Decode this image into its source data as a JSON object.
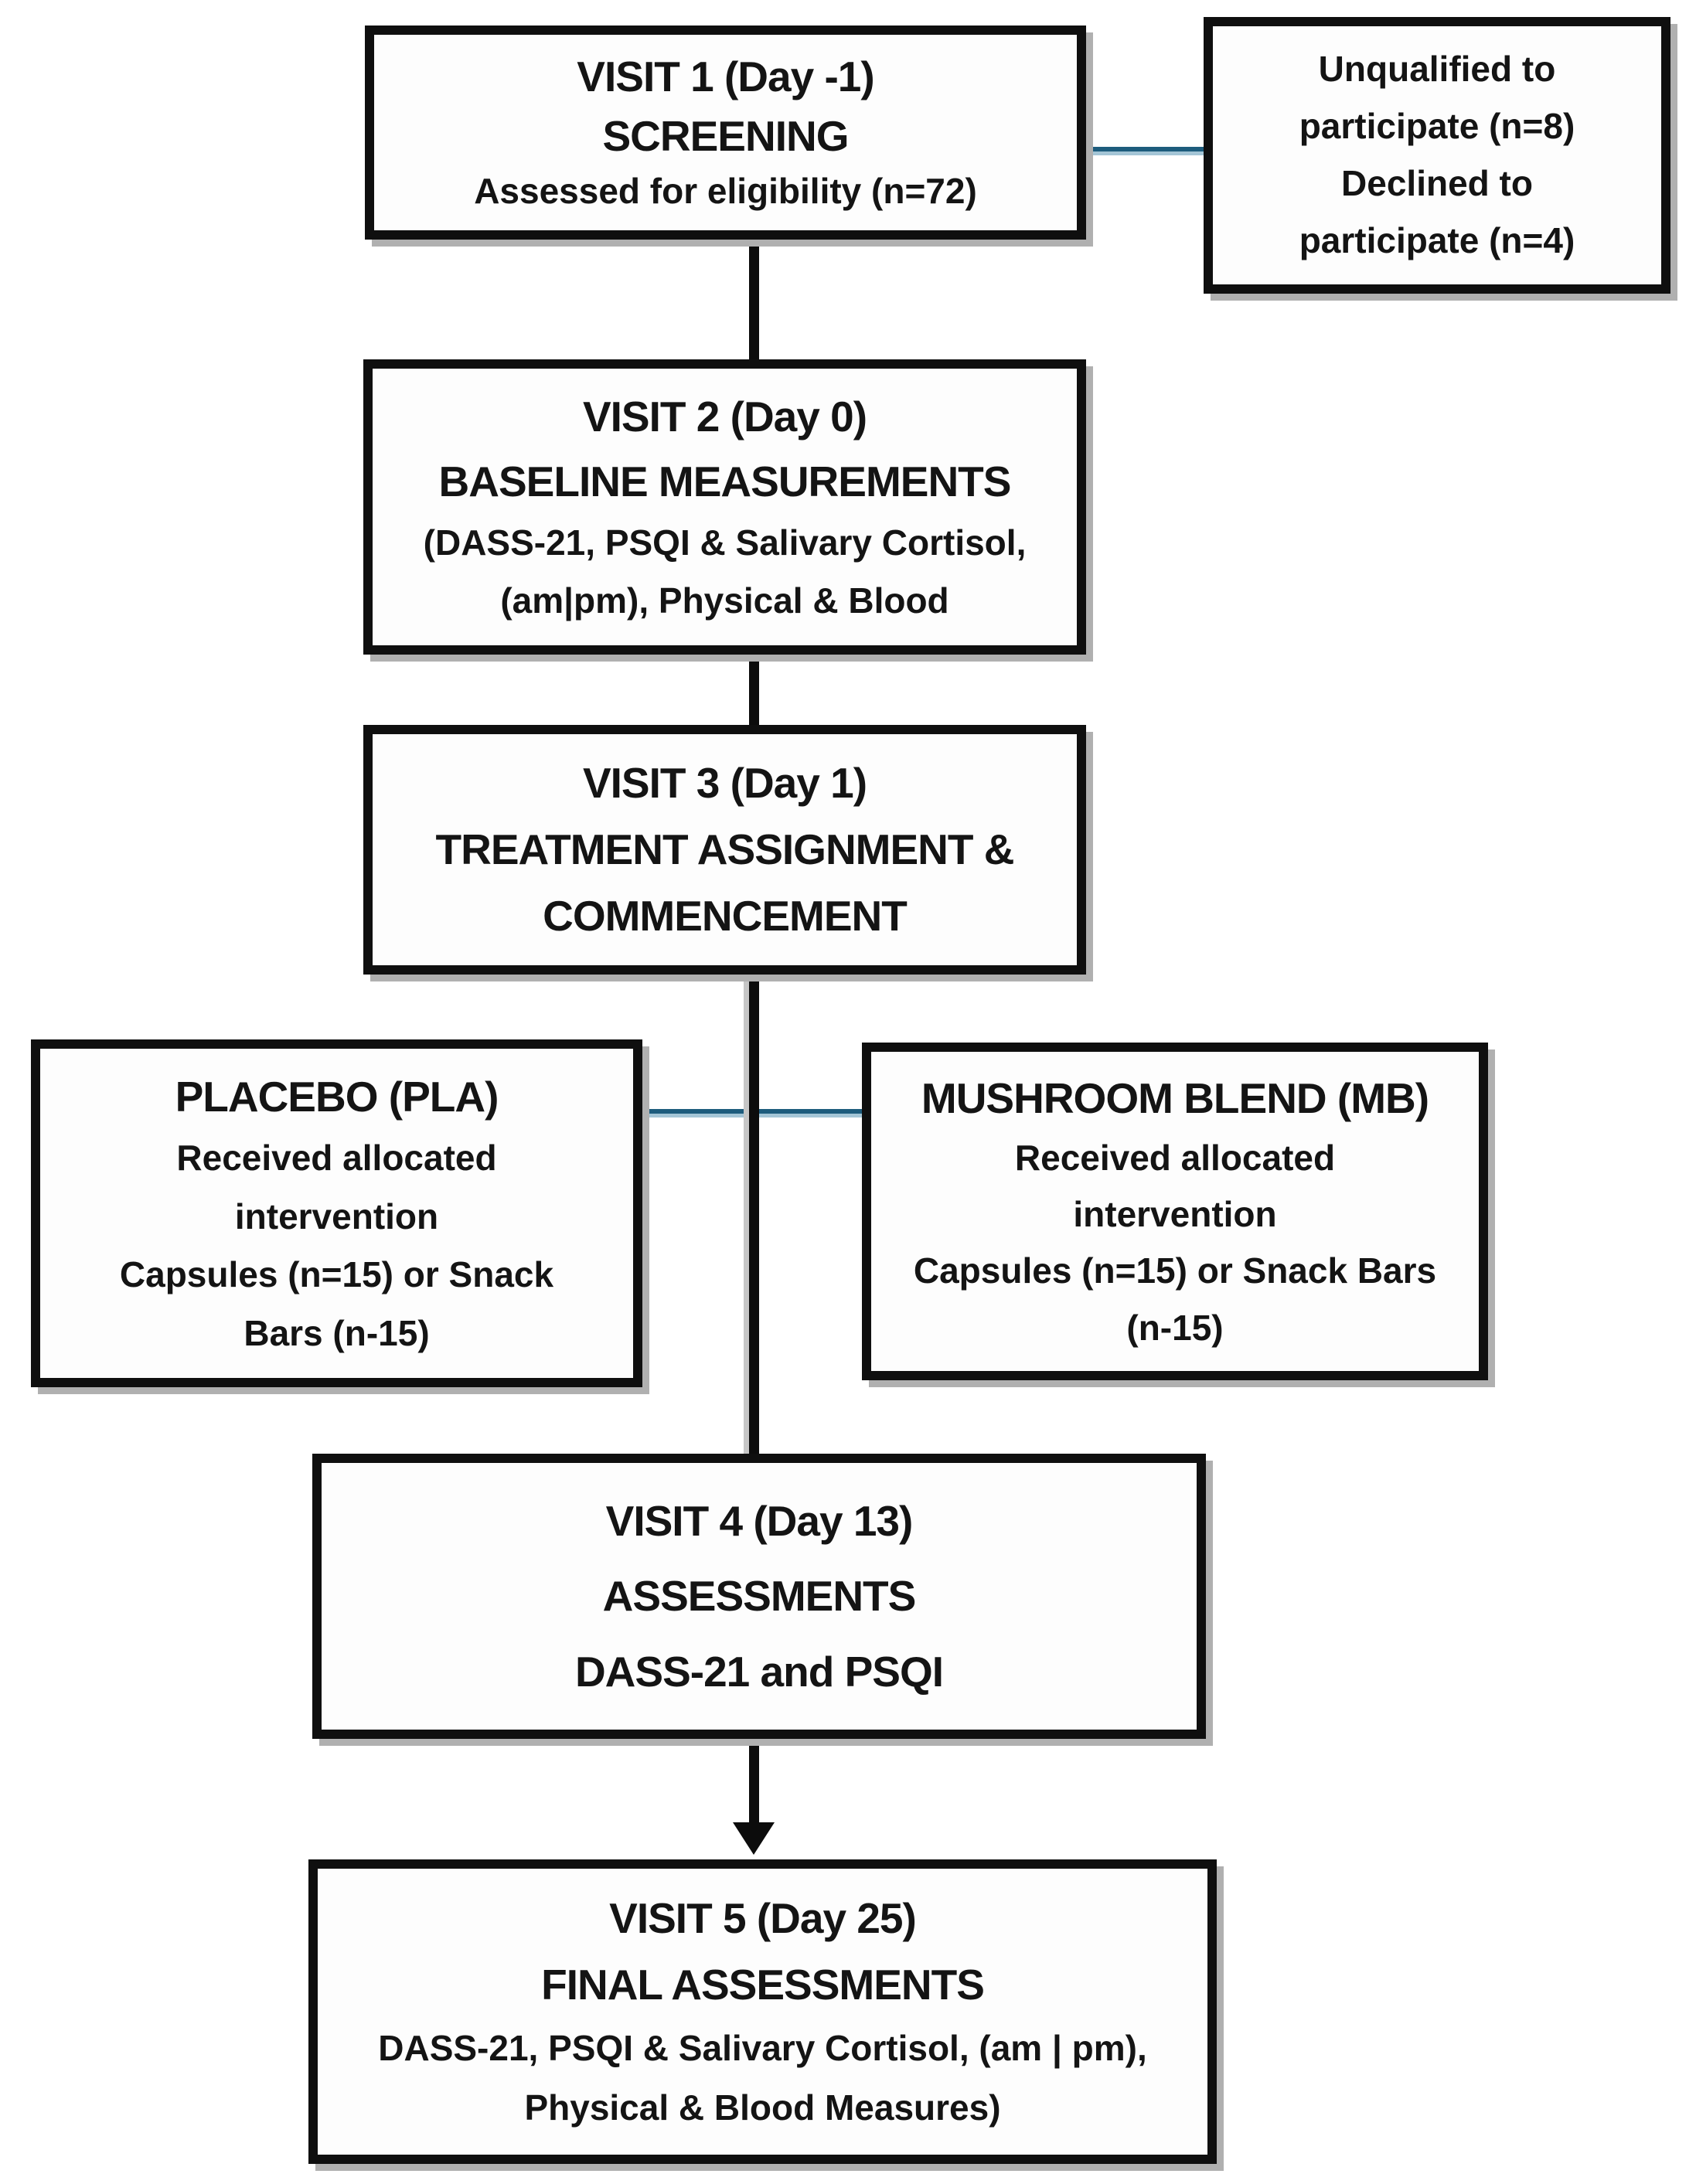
{
  "figure": {
    "title": "Participant flow diagram",
    "boxes": {
      "visit1": {
        "lines": [
          "VISIT 1 (Day -1)",
          "SCREENING",
          "Assessed for eligibility (n=72)"
        ]
      },
      "exclusions": {
        "lines": [
          "Unqualified  to",
          "participate (n=8)",
          "Declined to",
          "participate (n=4)"
        ]
      },
      "visit2": {
        "lines": [
          "VISIT 2 (Day 0)",
          "BASELINE MEASUREMENTS",
          "(DASS-21, PSQI & Salivary Cortisol,",
          "(am|pm), Physical & Blood"
        ]
      },
      "visit3": {
        "lines": [
          "VISIT 3 (Day 1)",
          "TREATMENT ASSIGNMENT &",
          "COMMENCEMENT"
        ]
      },
      "placebo": {
        "lines": [
          "PLACEBO (PLA)",
          "Received allocated",
          "intervention",
          "Capsules (n=15) or Snack",
          "Bars (n-15)"
        ]
      },
      "mushroom": {
        "lines": [
          "MUSHROOM BLEND (MB)",
          "Received allocated",
          "intervention",
          "Capsules (n=15) or Snack Bars",
          "(n-15)"
        ]
      },
      "visit4": {
        "lines": [
          "VISIT 4 (Day 13)",
          "ASSESSMENTS",
          "DASS-21 and PSQI"
        ]
      },
      "visit5": {
        "lines": [
          "VISIT 5 (Day 25)",
          "FINAL ASSESSMENTS",
          "DASS-21, PSQI & Salivary Cortisol, (am | pm),",
          "Physical & Blood Measures)"
        ]
      }
    },
    "colors": {
      "box_border": "#0f0f0f",
      "box_fill": "#fdfdfd",
      "shadow_gray": "#b0b0b0",
      "connector_black": "#0c0c0c",
      "connector_blue_dark": "#1d5c7d",
      "connector_blue_light": "#a4c5d6"
    }
  }
}
